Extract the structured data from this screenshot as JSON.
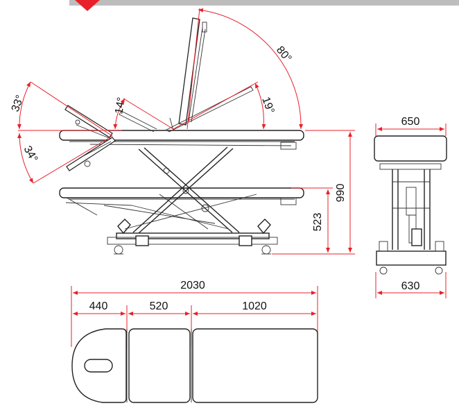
{
  "colors": {
    "dimension": "#e8202a",
    "drawing": "#222222",
    "banner": "#bdbdbd",
    "marker": "#e8202a"
  },
  "angles": {
    "backrest_up": "80°",
    "backrest_partial": "19°",
    "backrest_min": "14°",
    "head_up": "33°",
    "head_down": "34°"
  },
  "heights": {
    "max": "990",
    "min": "523"
  },
  "widths": {
    "top": "650",
    "base": "630"
  },
  "lengths": {
    "total": "2030",
    "head": "440",
    "seat": "520",
    "leg": "1020"
  }
}
